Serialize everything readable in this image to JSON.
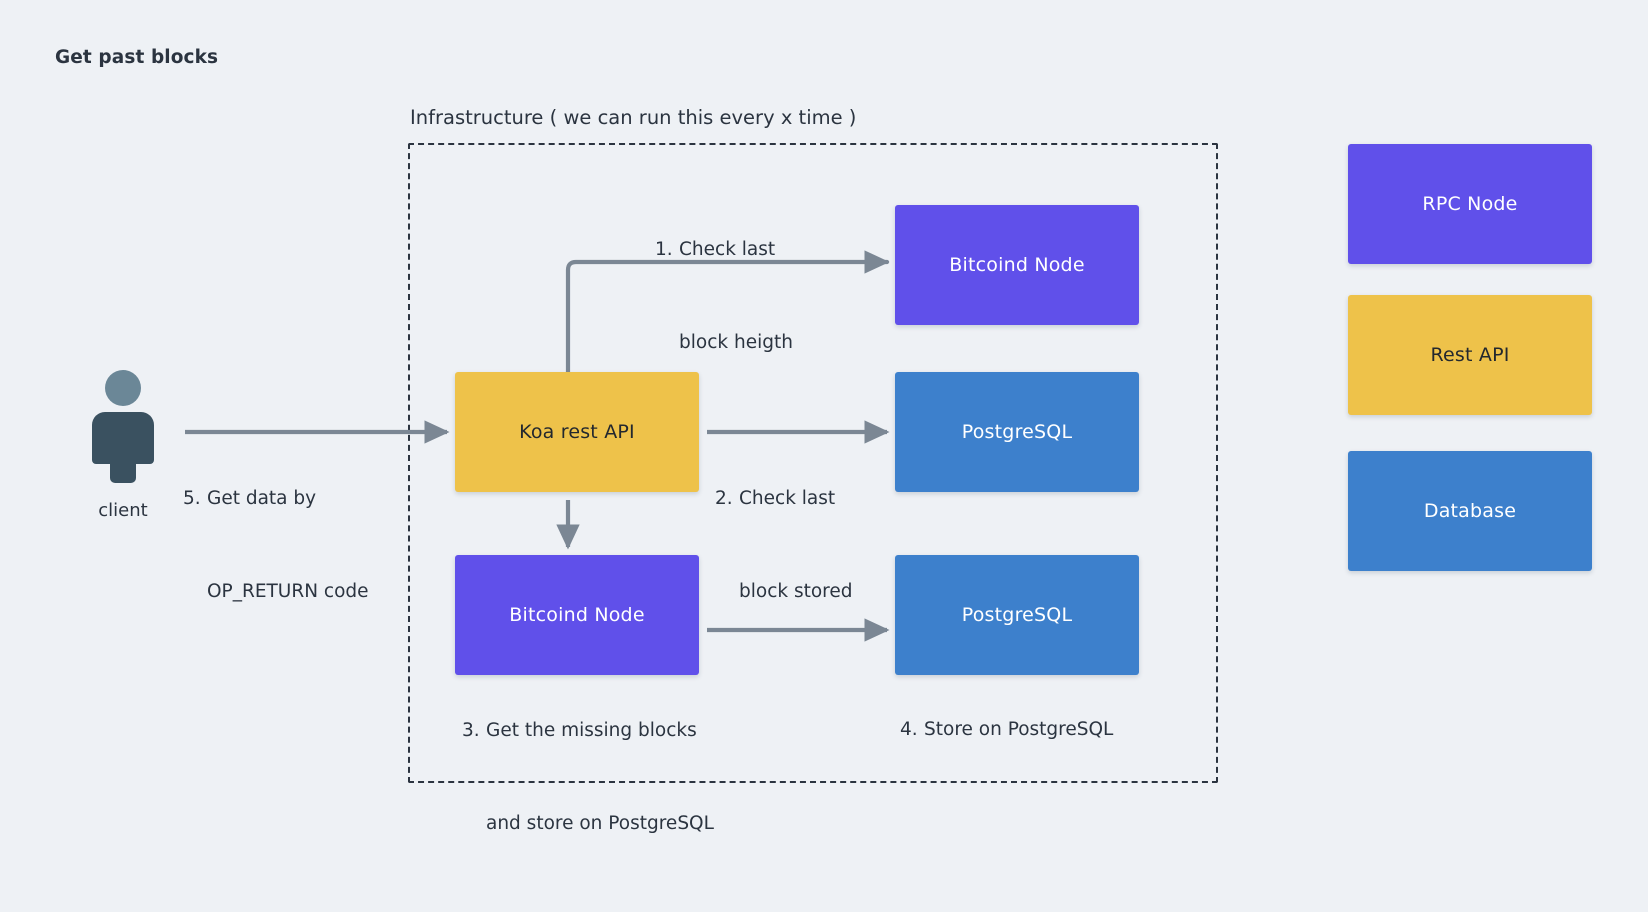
{
  "page": {
    "title": "Get past blocks",
    "background_color": "#eef1f5"
  },
  "group": {
    "label": "Infrastructure ( we can run this every x time )",
    "border_style": "dashed",
    "border_color": "#2b3440"
  },
  "actor": {
    "label": "client",
    "head_color": "#6b8797",
    "body_color": "#3a5160"
  },
  "colors": {
    "rpc_node": "#6050ea",
    "rest_api": "#eec24a",
    "database": "#3d80cc",
    "arrow": "#7b8794",
    "text": "#2b3440"
  },
  "nodes": {
    "bitcoind_top": "Bitcoind Node",
    "koa_rest_api": "Koa rest API",
    "postgres_mid": "PostgreSQL",
    "bitcoind_bottom": "Bitcoind Node",
    "postgres_bottom": "PostgreSQL"
  },
  "steps": [
    {
      "num": "1.",
      "line1": "Check last",
      "line2": "block heigth"
    },
    {
      "num": "2.",
      "line1": "Check last",
      "line2": "block stored"
    },
    {
      "num": "3.",
      "line1": "Get the missing blocks",
      "line2": "and store on PostgreSQL"
    },
    {
      "num": "4.",
      "line1": "Store on PostgreSQL",
      "line2": ""
    },
    {
      "num": "5.",
      "line1": "Get data by",
      "line2": "OP_RETURN code"
    }
  ],
  "legend": {
    "items": [
      {
        "label": "RPC Node",
        "color": "#6050ea"
      },
      {
        "label": "Rest API",
        "color": "#eec24a"
      },
      {
        "label": "Database",
        "color": "#3d80cc"
      }
    ]
  }
}
